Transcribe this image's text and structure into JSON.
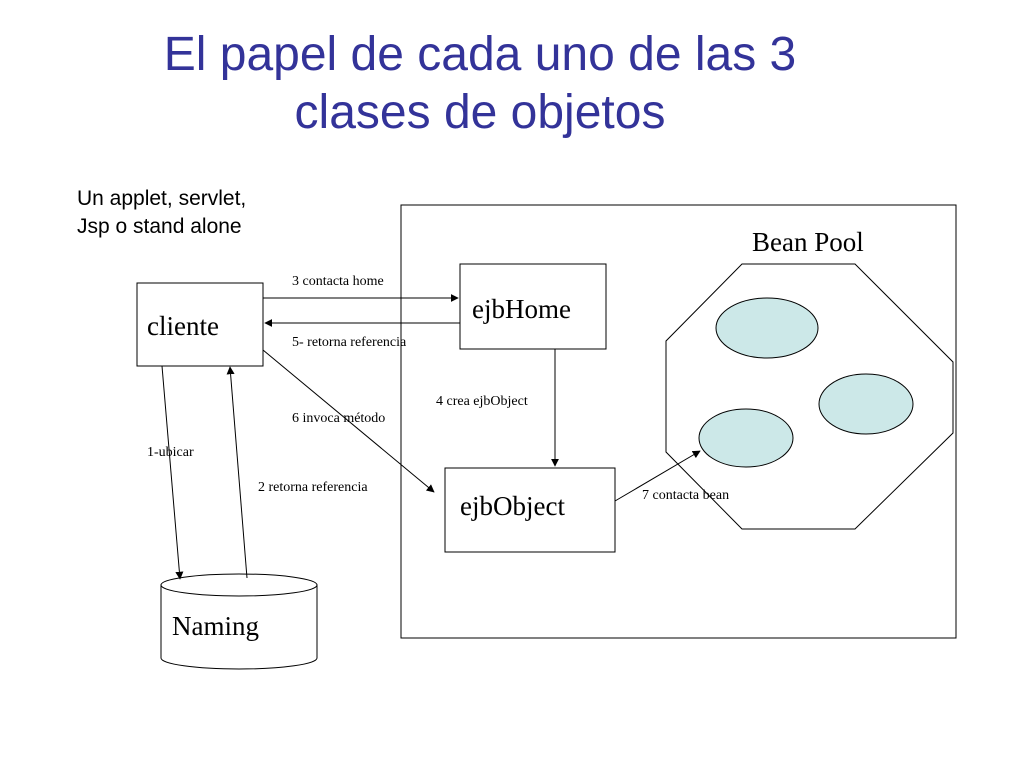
{
  "slide": {
    "title_line1": "El papel de cada uno de las 3",
    "title_line2": "clases de objetos",
    "note_line1": "Un applet, servlet,",
    "note_line2": "Jsp o stand alone"
  },
  "diagram": {
    "container_label": "Bean Pool",
    "nodes": {
      "cliente": "cliente",
      "ejbhome": "ejbHome",
      "ejbobject": "ejbObject",
      "naming": "Naming"
    },
    "edges": {
      "ubicar": "1-ubicar",
      "retorna_referencia_naming": "2 retorna referencia",
      "contacta_home": "3 contacta home",
      "crea_ejbobject": "4 crea ejbObject",
      "retorna_referencia_home": "5- retorna referencia",
      "invoca_metodo": "6 invoca método",
      "contacta_bean": "7 contacta bean"
    },
    "colors": {
      "title": "#333399",
      "bean_fill": "#cce8e8",
      "line": "#000000"
    }
  }
}
